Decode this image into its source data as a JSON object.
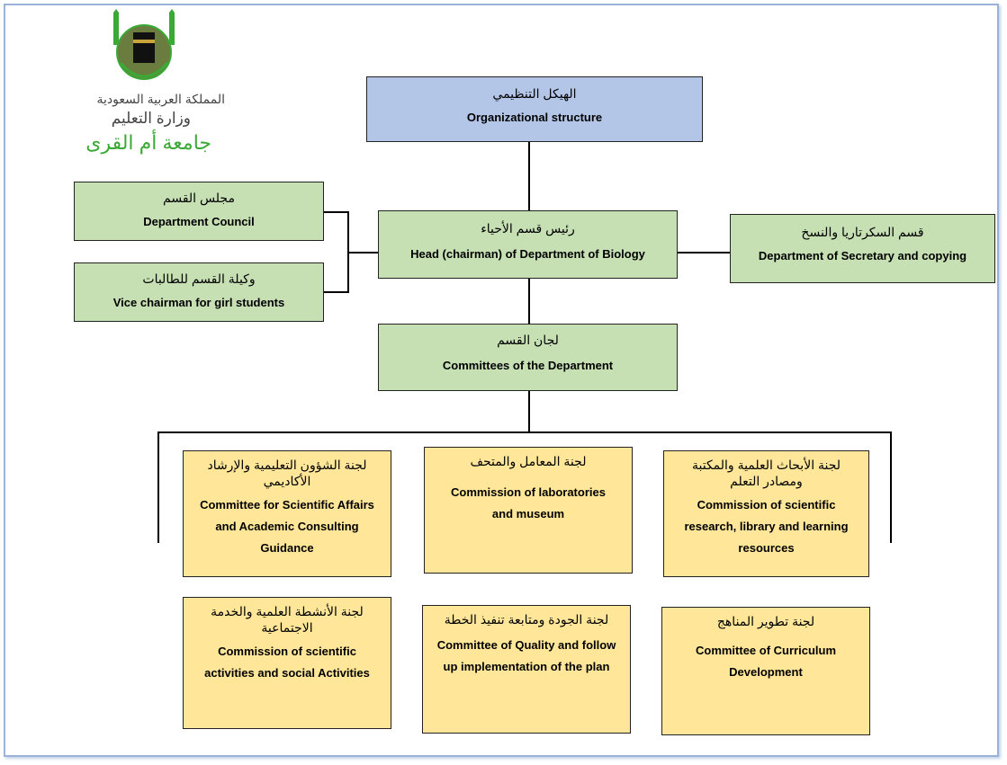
{
  "logo": {
    "emblem": "university-emblem",
    "line1": "المملكة العربية السعودية",
    "line2": "وزارة التعليم",
    "line3": "جامعة أم القرى"
  },
  "top": {
    "ar": "الهيكل التنظيمي",
    "en": "Organizational structure"
  },
  "head": {
    "ar": "رئيس قسم الأحياء",
    "en": "Head (chairman) of Department of Biology"
  },
  "council": {
    "ar": "مجلس القسم",
    "en": "Department Council"
  },
  "vice": {
    "ar": "وكيلة القسم للطالبات",
    "en": "Vice chairman for girl students"
  },
  "secretary": {
    "ar": "قسم السكرتاريا والنسخ",
    "en": "Department of Secretary and copying"
  },
  "committees": {
    "ar": "لجان القسم",
    "en": "Committees of the Department"
  },
  "sub": [
    {
      "ar": "لجنة الشؤون التعليمية والإرشاد الأكاديمي",
      "en": "Committee for Scientific Affairs and Academic Consulting Guidance"
    },
    {
      "ar": "لجنة المعامل والمتحف",
      "en": "Commission of laboratories and museum"
    },
    {
      "ar": "لجنة الأبحاث العلمية والمكتبة ومصادر التعلم",
      "en": "Commission of scientific research, library and learning resources"
    },
    {
      "ar": "لجنة الأنشطة العلمية والخدمة الاجتماعية",
      "en": "Commission of scientific activities and social Activities"
    },
    {
      "ar": "لجنة الجودة ومتابعة تنفيذ الخطة",
      "en": "Committee of Quality and follow up implementation of the plan"
    },
    {
      "ar": "لجنة تطوير المناهج",
      "en": "Committee of Curriculum Development"
    }
  ],
  "colors": {
    "blue": "#b4c6e7",
    "green": "#c6e0b4",
    "yellow": "#ffe699",
    "border": "#9ab2d8",
    "logo_green": "#3aa935"
  }
}
